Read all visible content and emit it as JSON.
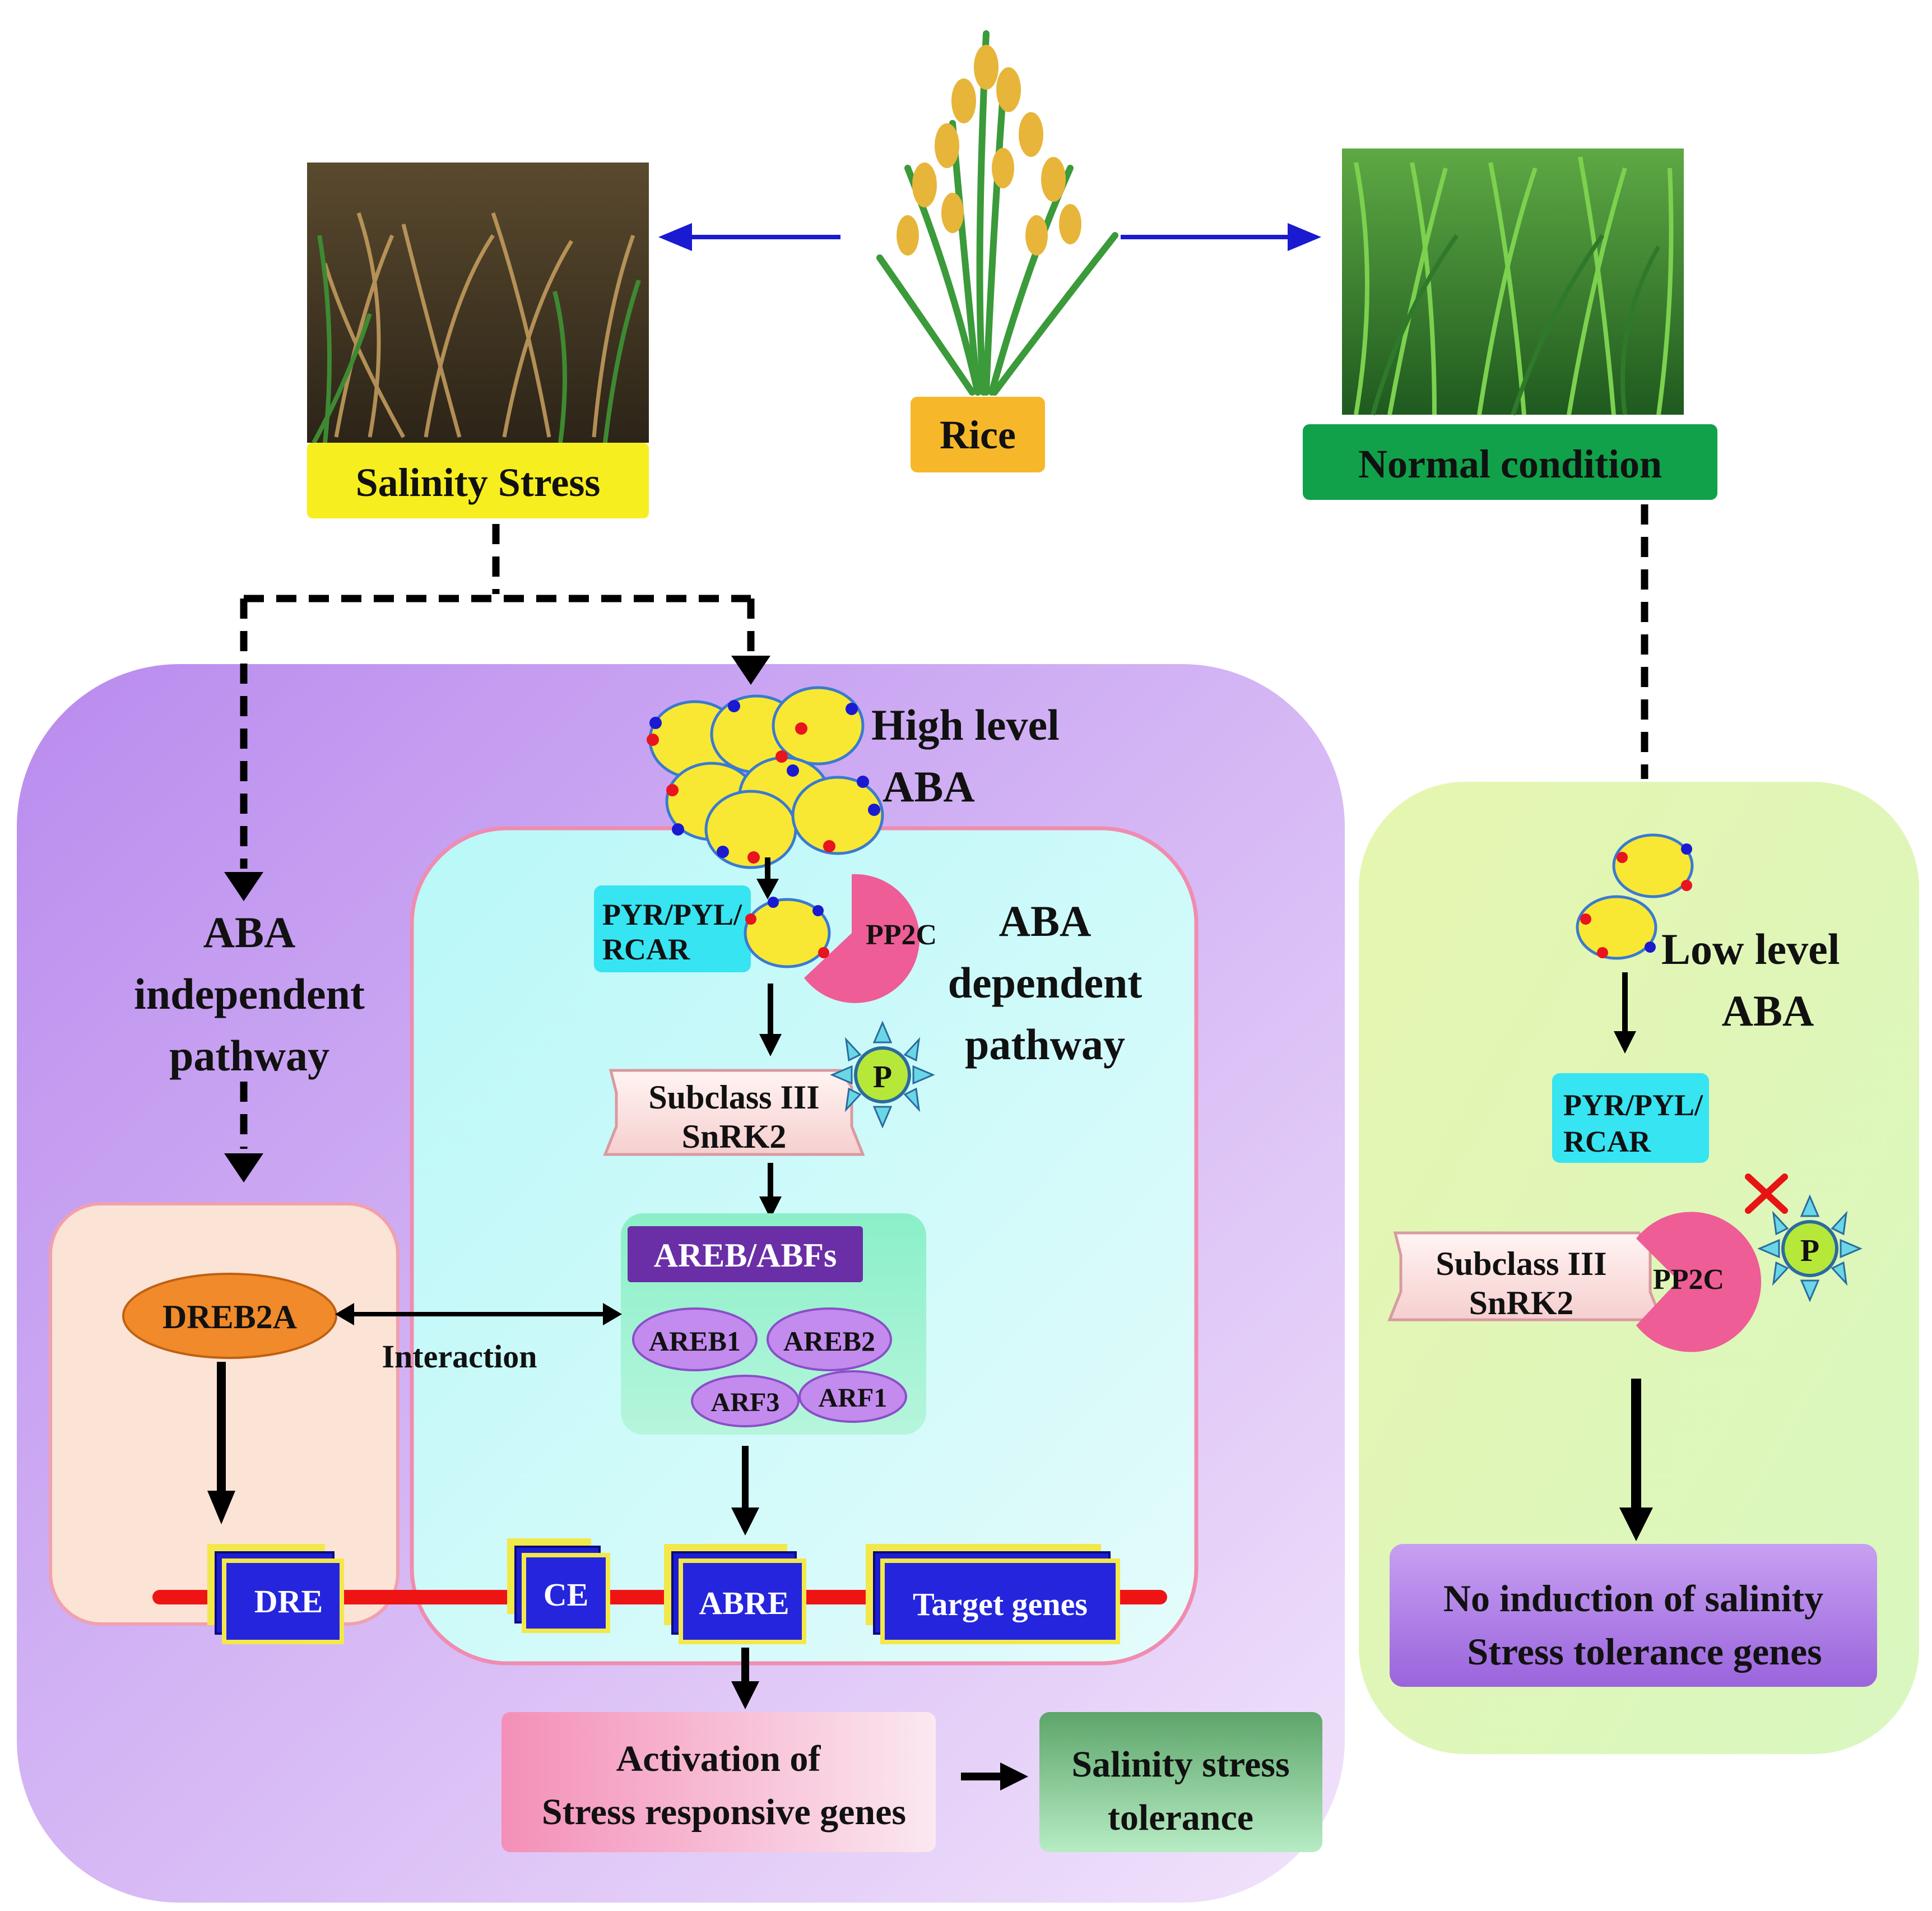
{
  "colors": {
    "salinity_label": "#f7ee1f",
    "rice_label": "#f6b82a",
    "normal_label": "#10a14a",
    "purple_panel": "#c79cf2",
    "cyan_panel": "#c6fbfb",
    "peach_panel": "#fbe3d6",
    "green_panel": "#eaf6b8",
    "pyr_box": "#36e4f2",
    "pp2c": "#ee5d96",
    "areb_box": "#6a2fa6",
    "areb_oval": "#c38bee",
    "dreb_oval": "#f08a2a",
    "gene_block": "#1e1ed0",
    "dna_line": "#ef1414",
    "arrow_blue": "#1a1ad0",
    "x_mark": "#e81414"
  },
  "photos": {
    "salinity": "dried-rice-field-photo",
    "rice": "rice-plant-photo",
    "normal": "green-rice-field-photo"
  },
  "labels": {
    "rice": "Rice",
    "salinity": "Salinity Stress",
    "normal": "Normal condition"
  },
  "left": {
    "high_aba_1": "High level",
    "high_aba_2": "ABA",
    "aba_indep_1": "ABA",
    "aba_indep_2": "independent",
    "aba_indep_3": "pathway",
    "aba_dep_1": "ABA",
    "aba_dep_2": "dependent",
    "aba_dep_3": "pathway",
    "pyr_1": "PYR/PYL/",
    "pyr_2": "RCAR",
    "pp2c": "PP2C",
    "p": "P",
    "subclass_1": "Subclass III",
    "subclass_2": "SnRK2",
    "areb_abfs": "AREB/ABFs",
    "areb1": "AREB1",
    "areb2": "AREB2",
    "arf3": "ARF3",
    "arf1": "ARF1",
    "dreb2a": "DREB2A",
    "interaction": "Interaction",
    "dre": "DRE",
    "ce": "CE",
    "abre": "ABRE",
    "target_genes": "Target genes",
    "activation_1": "Activation of",
    "activation_2": "Stress responsive genes",
    "tolerance_1": "Salinity stress",
    "tolerance_2": "tolerance"
  },
  "right": {
    "low_aba_1": "Low level",
    "low_aba_2": "ABA",
    "pyr_1": "PYR/PYL/",
    "pyr_2": "RCAR",
    "subclass_1": "Subclass III",
    "subclass_2": "SnRK2",
    "pp2c": "PP2C",
    "p": "P",
    "no_induction_1": "No induction of salinity",
    "no_induction_2": "Stress tolerance genes"
  }
}
